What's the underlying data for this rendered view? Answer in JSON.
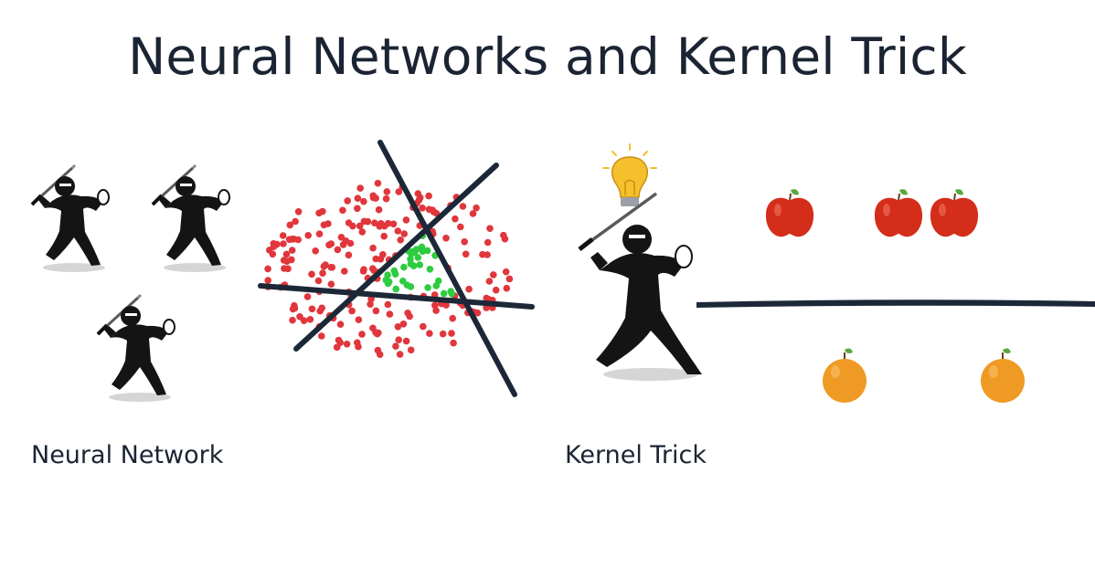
{
  "slide": {
    "title": "Neural Networks and Kernel Trick",
    "captions": {
      "neural_network": "Neural Network",
      "kernel_trick": "Kernel Trick"
    }
  },
  "icons": [
    "ninja-icon",
    "ninja-icon",
    "ninja-icon",
    "ninja-icon",
    "lightbulb-icon",
    "apple-icon",
    "apple-icon",
    "apple-icon",
    "orange-icon",
    "orange-icon"
  ],
  "colors": {
    "text": "#1b2433",
    "red_dot": "#e0363c",
    "green_dot": "#2ecc40",
    "slash": "#1c2838",
    "apple": "#d42d1a",
    "orange": "#ee9a24",
    "bulb": "#f6c02c",
    "ninja": "#141414"
  }
}
